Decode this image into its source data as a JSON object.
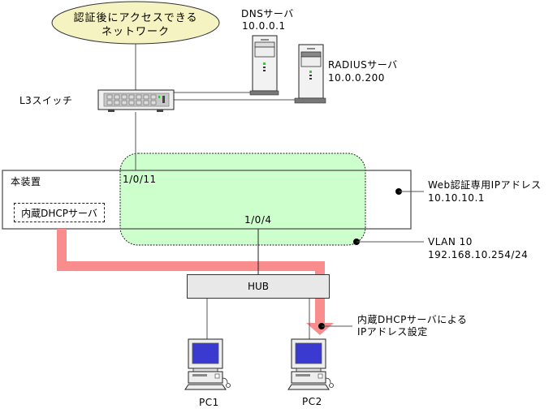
{
  "diagram": {
    "cloud": {
      "line1": "認証後にアクセスできる",
      "line2": "ネットワーク"
    },
    "dns_server": {
      "name": "DNSサーバ",
      "ip": "10.0.0.1",
      "icon": "server-icon"
    },
    "radius_server": {
      "name": "RADIUSサーバ",
      "ip": "10.0.0.200",
      "icon": "server-icon"
    },
    "l3_switch": {
      "name": "L3スイッチ",
      "icon": "switch-icon"
    },
    "device": {
      "name": "本装置",
      "port_up": "1/0/11",
      "port_down": "1/0/4"
    },
    "dhcp_server": {
      "name": "内蔵DHCPサーバ"
    },
    "web_auth": {
      "label": "Web認証専用IPアドレス",
      "ip": "10.10.10.1"
    },
    "vlan": {
      "label": "VLAN 10",
      "ip": "192.168.10.254/24"
    },
    "hub": {
      "name": "HUB"
    },
    "dhcp_note": {
      "line1": "内蔵DHCPサーバによる",
      "line2": "IPアドレス設定"
    },
    "pcs": [
      {
        "name": "PC1",
        "icon": "pc-icon"
      },
      {
        "name": "PC2",
        "icon": "pc-icon"
      }
    ],
    "colors": {
      "cloud_fill": "#f5f3c2",
      "vlan_fill": "#ccffcc",
      "dhcp_path": "#f98c8c",
      "hub_fill": "#e8e8e8",
      "screen": "#3a3ad0"
    }
  }
}
